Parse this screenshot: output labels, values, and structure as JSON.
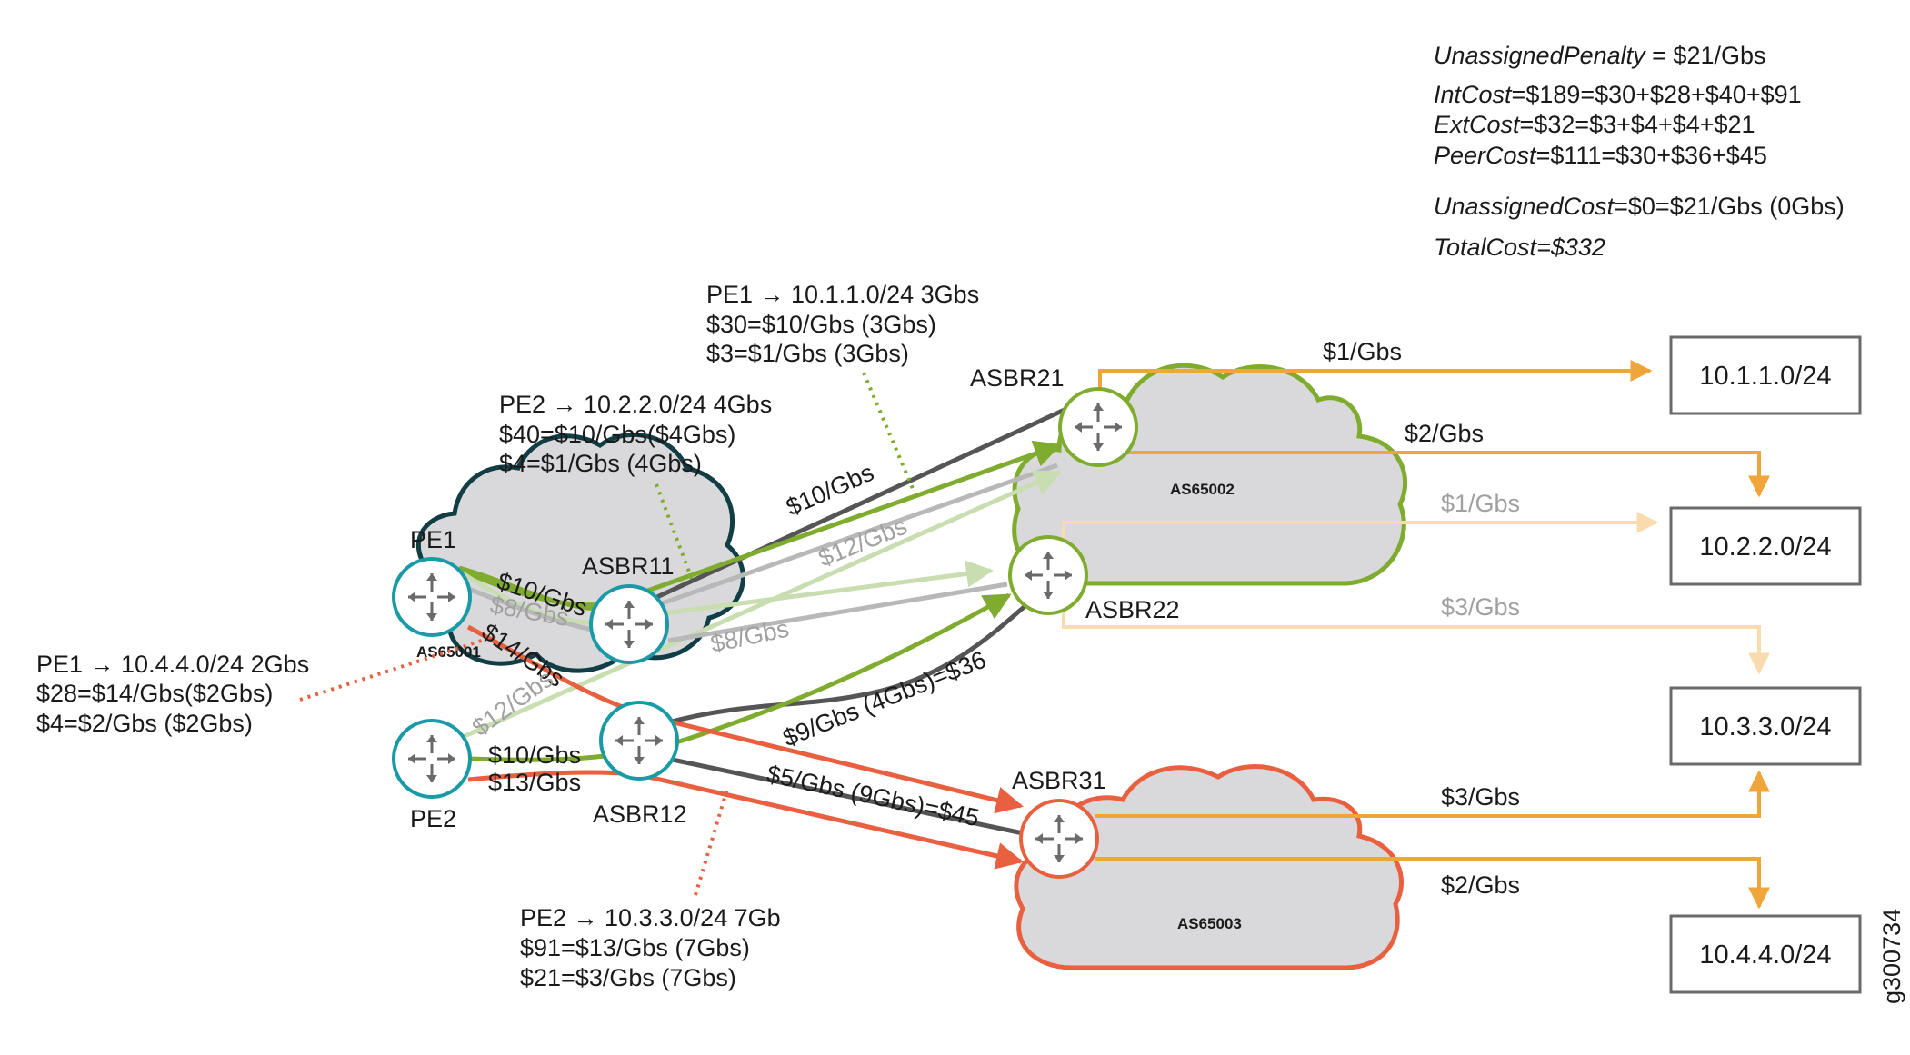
{
  "summary": {
    "unassigned_penalty_name": "UnassignedPenalty",
    "unassigned_penalty_value": " = $21/Gbs",
    "int_cost": "IntCost=$189=$30+$28+$40+$91",
    "ext_cost": "ExtCost=$32=$3+$4+$4+$21",
    "peer_cost": "PeerCost=$111=$30+$36+$45",
    "unassigned_cost": "UnassignedCost=$0=$21/Gbs (0Gbs)",
    "total_cost": "TotalCost=$332"
  },
  "routers": {
    "pe1": "PE1",
    "pe2": "PE2",
    "asbr11": "ASBR11",
    "asbr12": "ASBR12",
    "asbr21": "ASBR21",
    "asbr22": "ASBR22",
    "asbr31": "ASBR31"
  },
  "clouds": {
    "as65001": "AS65001",
    "as65002": "AS65002",
    "as65003": "AS65003"
  },
  "prefixes": [
    "10.1.1.0/24",
    "10.2.2.0/24",
    "10.3.3.0/24",
    "10.4.4.0/24"
  ],
  "flows": {
    "pe1_10_1": [
      "PE1 → 10.1.1.0/24  3Gbs",
      "$30=$10/Gbs (3Gbs)",
      "$3=$1/Gbs (3Gbs)"
    ],
    "pe2_10_2": [
      "PE2 → 10.2.2.0/24  4Gbs",
      "$40=$10/Gbs($4Gbs)",
      "$4=$1/Gbs (4Gbs)"
    ],
    "pe1_10_4": [
      "PE1 → 10.4.4.0/24  2Gbs",
      "$28=$14/Gbs($2Gbs)",
      "$4=$2/Gbs ($2Gbs)"
    ],
    "pe2_10_3": [
      "PE2 → 10.3.3.0/24  7Gb",
      "$91=$13/Gbs (7Gbs)",
      "$21=$3/Gbs (7Gbs)"
    ]
  },
  "link_labels": {
    "asbr11_asbr21": "$10/Gbs",
    "asbr11_asbr22": "$12/Gbs",
    "asbr11_asbr22_low": "$8/Gbs",
    "asbr12_asbr22": "$9/Gbs (4Gbs)=$36",
    "asbr12_asbr31": "$5/Gbs (9Gbs)=$45",
    "pe1_asbr11": "$10/Gbs",
    "pe1_asbr11_alt": "$8/Gbs",
    "pe1_asbr31": "$14/Gbs",
    "pe2_asbr11": "$12/Gbs",
    "pe2_asbr12": "$10/Gbs",
    "pe2_asbr31": "$13/Gbs",
    "asbr21_10_1": "$1/Gbs",
    "asbr21_10_2": "$2/Gbs",
    "asbr22_10_2": "$1/Gbs",
    "asbr22_10_3": "$3/Gbs",
    "asbr31_10_3": "$3/Gbs",
    "asbr31_10_4": "$2/Gbs"
  },
  "figure_id": "g300734",
  "colors": {
    "teal": "#1a9aa6",
    "green": "#7fac2f",
    "light_green": "#c8ddb0",
    "orange": "#f0a53a",
    "light_orange": "#f8dcae",
    "red": "#e8603f",
    "dark_teal": "#113d45",
    "dark_gray": "#555555",
    "light_gray": "#b8b8b8",
    "cloud_fill": "#d9d9db"
  }
}
